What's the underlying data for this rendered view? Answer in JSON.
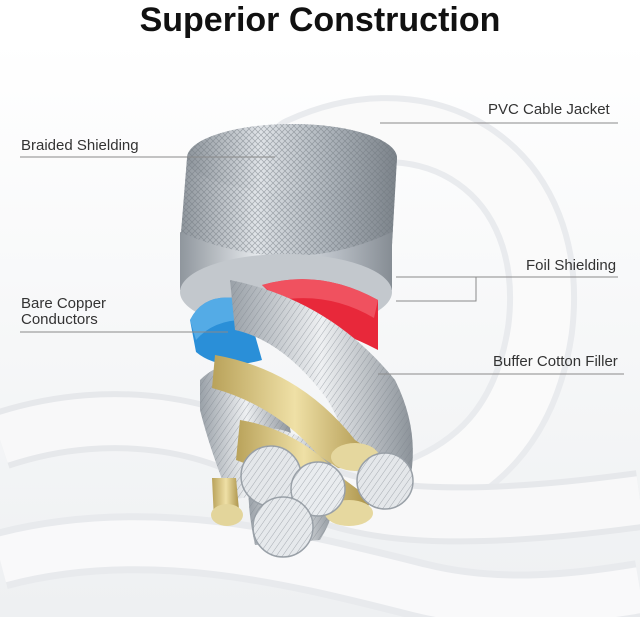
{
  "title": "Superior Construction",
  "labels": {
    "pvc_jacket": "PVC Cable Jacket",
    "braided_shielding": "Braided Shielding",
    "foil_shielding": "Foil Shielding",
    "bare_copper_line1": "Bare Copper",
    "bare_copper_line2": "Conductors",
    "buffer_filler": "Buffer Cotton Filler"
  },
  "colors": {
    "jacket": "#f4f4f4",
    "braid": "#b9bec4",
    "foil": "#c9cdd2",
    "red_wire": "#e8283a",
    "blue_wire": "#2a8fd8",
    "copper": "#d9c27a",
    "leader_line": "#8a8a8a"
  }
}
